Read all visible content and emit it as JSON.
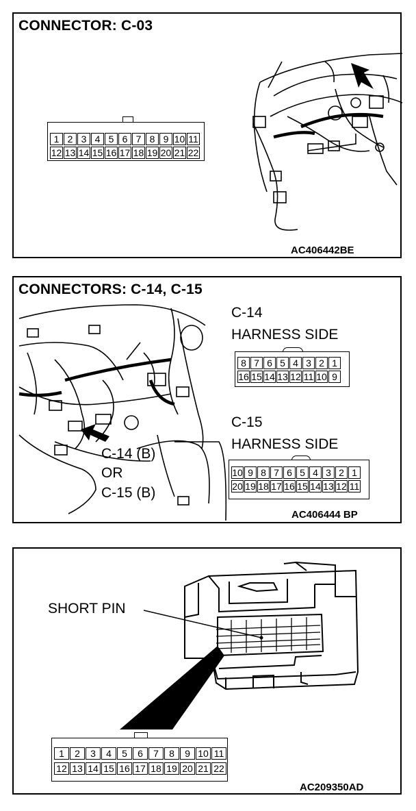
{
  "panels": [
    {
      "title": "CONNECTOR: C-03",
      "code": "AC406442BE",
      "connector": {
        "row1": [
          "1",
          "2",
          "3",
          "4",
          "5",
          "6",
          "7",
          "8",
          "9",
          "10",
          "11"
        ],
        "row2": [
          "12",
          "13",
          "14",
          "15",
          "16",
          "17",
          "18",
          "19",
          "20",
          "21",
          "22"
        ]
      }
    },
    {
      "title": "CONNECTORS: C-14, C-15",
      "code": "AC406444 BP",
      "callouts": [
        "C-14 (B)",
        "OR",
        "C-15 (B)"
      ],
      "c14": {
        "name": "C-14",
        "side": "HARNESS SIDE",
        "row1": [
          "8",
          "7",
          "6",
          "5",
          "4",
          "3",
          "2",
          "1"
        ],
        "row2": [
          "16",
          "15",
          "14",
          "13",
          "12",
          "11",
          "10",
          "9"
        ]
      },
      "c15": {
        "name": "C-15",
        "side": "HARNESS SIDE",
        "row1": [
          "10",
          "9",
          "8",
          "7",
          "6",
          "5",
          "4",
          "3",
          "2",
          "1"
        ],
        "row2": [
          "20",
          "19",
          "18",
          "17",
          "16",
          "15",
          "14",
          "13",
          "12",
          "11"
        ]
      }
    },
    {
      "label": "SHORT PIN",
      "code": "AC209350AD",
      "connector": {
        "row1": [
          "1",
          "2",
          "3",
          "4",
          "5",
          "6",
          "7",
          "8",
          "9",
          "10",
          "11"
        ],
        "row2": [
          "12",
          "13",
          "14",
          "15",
          "16",
          "17",
          "18",
          "19",
          "20",
          "21",
          "22"
        ]
      }
    }
  ]
}
